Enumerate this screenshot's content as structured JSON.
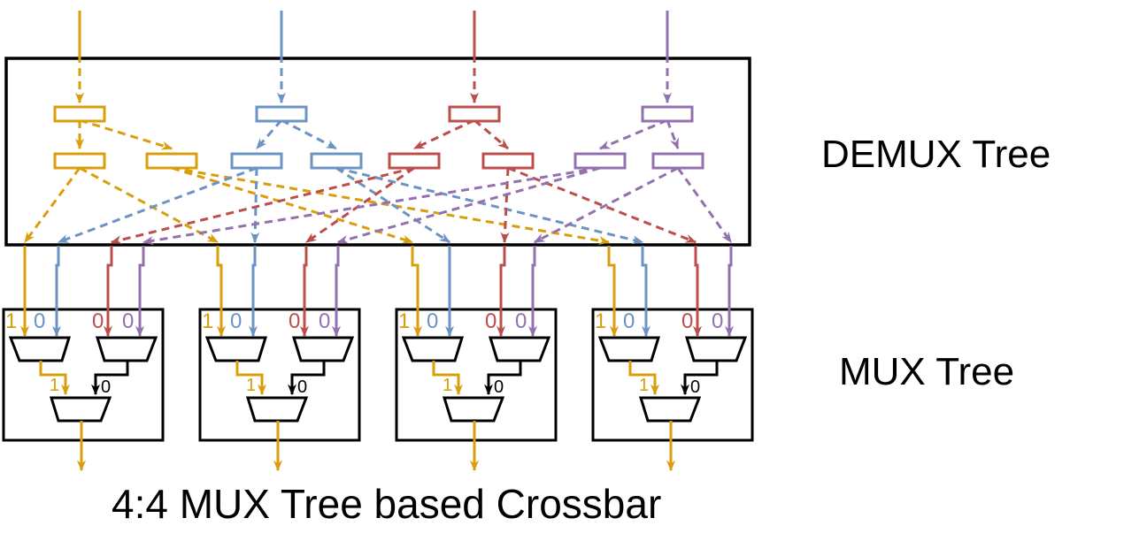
{
  "labels": {
    "demux_tree": "DEMUX Tree",
    "mux_tree": "MUX Tree",
    "caption": "4:4 MUX Tree based Crossbar"
  },
  "mux_inputs": {
    "one": "1",
    "zero": "0"
  },
  "colors": {
    "input_0": "#D99E0B",
    "input_1": "#6B93C3",
    "input_2": "#BC4E4B",
    "input_3": "#9370AE",
    "frame": "#000000"
  },
  "structure": {
    "inputs": 4,
    "outputs": 4,
    "mux_blocks": 4
  }
}
